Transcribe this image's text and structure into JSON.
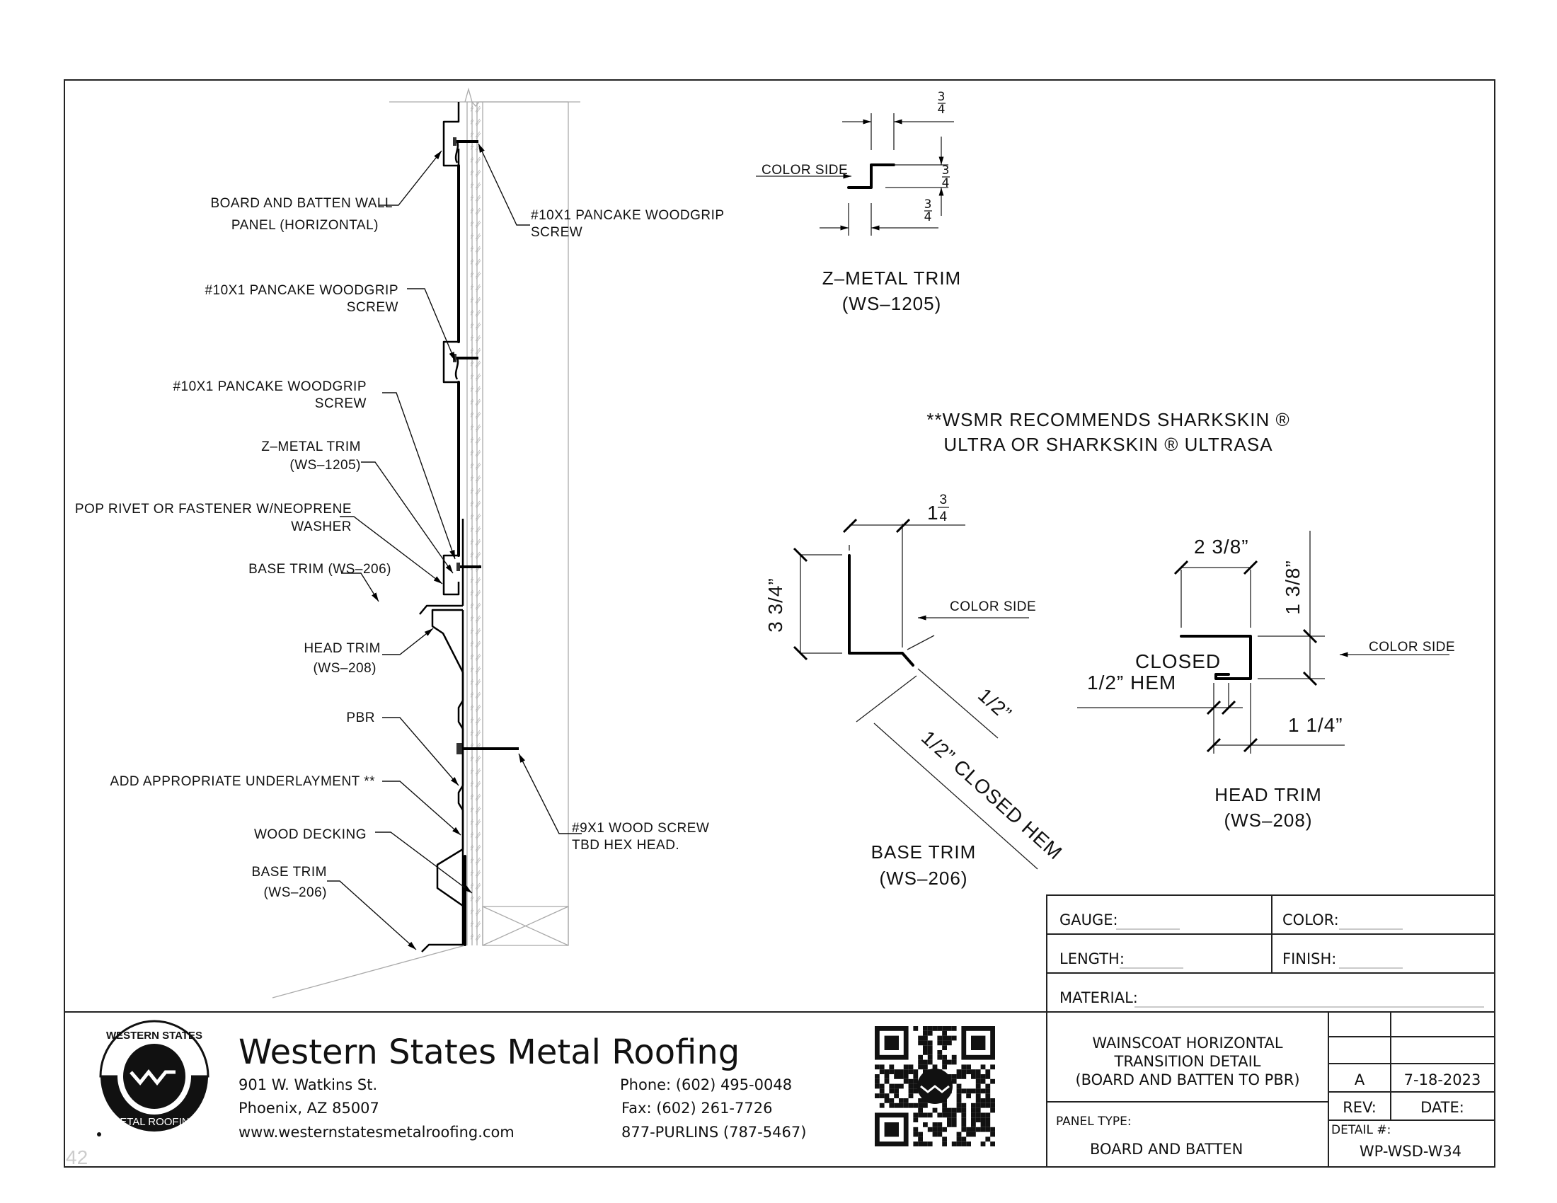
{
  "sheet_number": "42",
  "wall_section": {
    "callouts": [
      {
        "id": "bb-panel",
        "lines": [
          "BOARD AND BATTEN  WALL",
          "PANEL (HORIZONTAL)"
        ]
      },
      {
        "id": "screw-top-right",
        "lines": [
          "#10X1 PANCAKE WOODGRIP",
          "SCREW"
        ]
      },
      {
        "id": "screw-mid",
        "lines": [
          "#10X1 PANCAKE WOODGRIP",
          "SCREW"
        ]
      },
      {
        "id": "screw-lower",
        "lines": [
          "#10X1 PANCAKE WOODGRIP",
          "SCREW"
        ]
      },
      {
        "id": "z-trim",
        "lines": [
          "Z–METAL TRIM",
          "(WS–1205)"
        ]
      },
      {
        "id": "pop-rivet",
        "lines": [
          "POP RIVET OR FASTENER W/NEOPRENE",
          "WASHER"
        ]
      },
      {
        "id": "base-trim-upper",
        "lines": [
          "BASE TRIM (WS–206)"
        ]
      },
      {
        "id": "head-trim",
        "lines": [
          "HEAD TRIM",
          "(WS–208)"
        ]
      },
      {
        "id": "pbr",
        "lines": [
          "PBR"
        ]
      },
      {
        "id": "underlayment",
        "lines": [
          "ADD APPROPRIATE UNDERLAYMENT **"
        ]
      },
      {
        "id": "wood-decking",
        "lines": [
          "WOOD DECKING"
        ]
      },
      {
        "id": "base-trim-lower",
        "lines": [
          "BASE TRIM",
          "(WS–206)"
        ]
      },
      {
        "id": "wood-screw",
        "lines": [
          "#9X1 WOOD SCREW",
          "TBD HEX HEAD."
        ]
      }
    ]
  },
  "z_trim_detail": {
    "title": "Z–METAL TRIM",
    "part": "(WS–1205)",
    "color_side": "COLOR SIDE",
    "dims": {
      "top_num": "3",
      "top_den": "4",
      "mid_num": "3",
      "mid_den": "4",
      "bot_num": "3",
      "bot_den": "4"
    }
  },
  "note": {
    "line1": "**WSMR RECOMMENDS SHARKSKIN ®",
    "line2": "ULTRA OR SHARKSKIN ® ULTRASA"
  },
  "base_trim_detail": {
    "title": "BASE TRIM",
    "part": "(WS–206)",
    "color_side": "COLOR SIDE",
    "dim_height": "3 3/4”",
    "dim_width_whole": "1",
    "dim_width_num": "3",
    "dim_width_den": "4",
    "dim_hem": "1/2”",
    "dim_closed_hem": "1/2” CLOSED HEM"
  },
  "head_trim_detail": {
    "title": "HEAD TRIM",
    "part": "(WS–208)",
    "color_side": "COLOR SIDE",
    "dim_top": "2 3/8”",
    "dim_height": "1 3/8”",
    "dim_bottom": "1 1/4”",
    "hem_line1": "CLOSED",
    "hem_line2": "1/2” HEM"
  },
  "spec_fields": {
    "gauge_label": "GAUGE:",
    "color_label": "COLOR:",
    "length_label": "LENGTH:",
    "finish_label": "FINISH:",
    "material_label": "MATERIAL:"
  },
  "company": {
    "name": "Western States Metal Roofing",
    "address1": "901 W. Watkins St.",
    "address2": "Phoenix, AZ 85007",
    "website": "www.westernstatesmetalroofing.com",
    "phone": "Phone: (602) 495-0048",
    "fax": "Fax: (602) 261-7726",
    "tollfree": "877-PURLINS (787-5467)",
    "logo_top": "WESTERN STATES",
    "logo_bottom": "METAL ROOFING"
  },
  "title_block": {
    "title_line1": "WAINSCOAT HORIZONTAL",
    "title_line2": "TRANSITION DETAIL",
    "title_line3": "(BOARD AND BATTEN TO PBR)",
    "panel_type_label": "PANEL TYPE:",
    "panel_type_value": "BOARD AND BATTEN",
    "rev_value": "A",
    "date_value": "7-18-2023",
    "rev_label": "REV:",
    "date_label": "DATE:",
    "detail_label": "DETAIL #:",
    "detail_value": "WP-WSD-W34"
  }
}
